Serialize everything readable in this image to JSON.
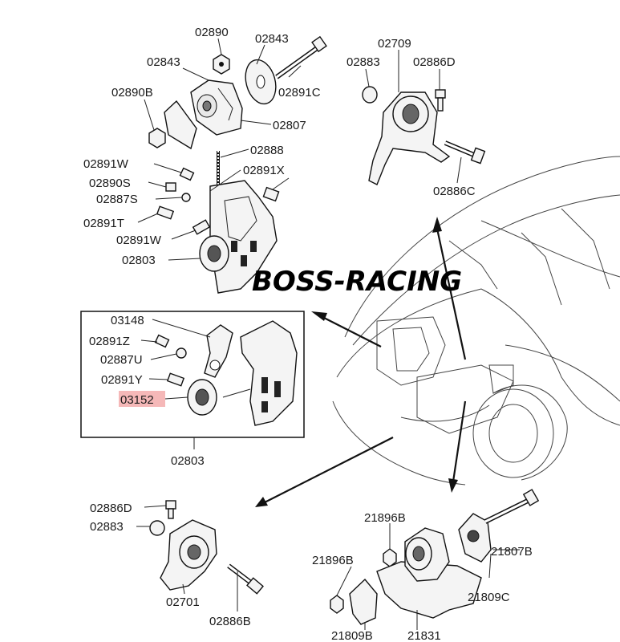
{
  "watermark": "BOSS-RACING",
  "highlight_color": "#f5b8b8",
  "labels": {
    "p02890": "02890",
    "p02843a": "02843",
    "p02843b": "02843",
    "p02890B": "02890B",
    "p02891C": "02891C",
    "p02807": "02807",
    "p02888": "02888",
    "p02891W_a": "02891W",
    "p02891X": "02891X",
    "p02890S": "02890S",
    "p02887S": "02887S",
    "p02891T": "02891T",
    "p02891W_b": "02891W",
    "p02803_a": "02803",
    "p02709": "02709",
    "p02883_a": "02883",
    "p02886D_a": "02886D",
    "p02886C": "02886C",
    "p03148": "03148",
    "p02891Z": "02891Z",
    "p02887U": "02887U",
    "p02891Y": "02891Y",
    "p03152": "03152",
    "p02803_b": "02803",
    "p02886D_b": "02886D",
    "p02883_b": "02883",
    "p02701": "02701",
    "p02886B": "02886B",
    "p21896B_a": "21896B",
    "p21896B_b": "21896B",
    "p21807B": "21807B",
    "p21809C": "21809C",
    "p21809B": "21809B",
    "p21831": "21831"
  }
}
